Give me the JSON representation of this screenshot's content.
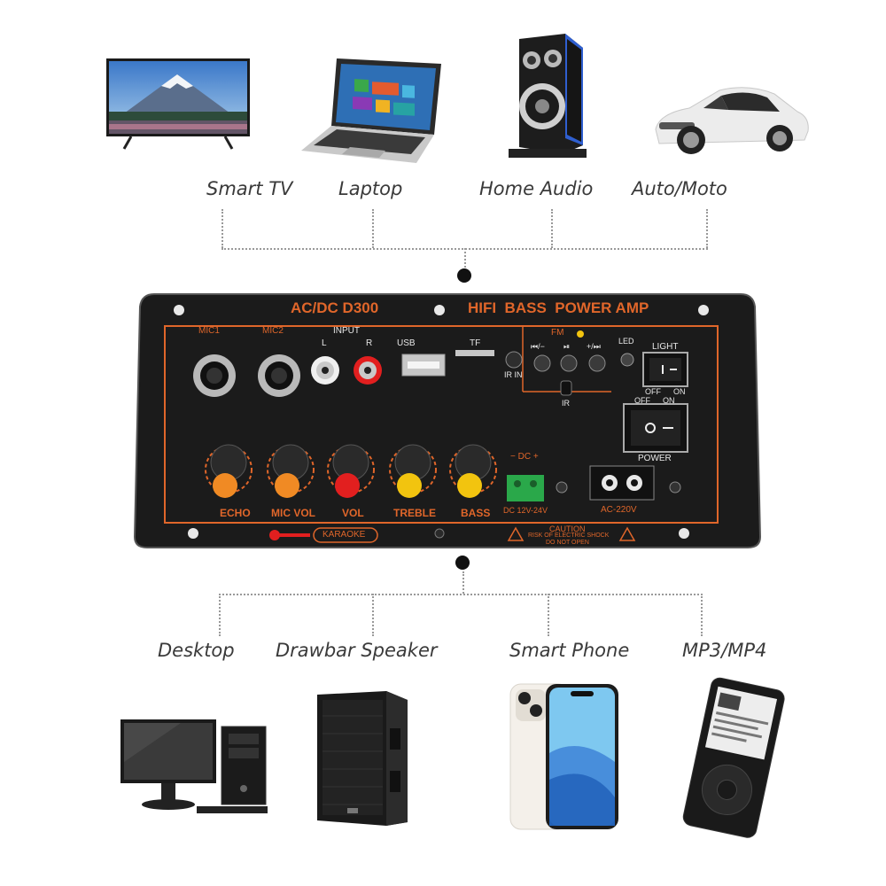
{
  "top_devices": [
    {
      "label": "Smart TV",
      "icon": "tv-icon"
    },
    {
      "label": "Laptop",
      "icon": "laptop-icon"
    },
    {
      "label": "Home Audio",
      "icon": "speaker-icon"
    },
    {
      "label": "Auto/Moto",
      "icon": "car-icon"
    }
  ],
  "bottom_devices": [
    {
      "label": "Desktop",
      "icon": "desktop-pc-icon"
    },
    {
      "label": "Drawbar Speaker",
      "icon": "drawbar-speaker-icon"
    },
    {
      "label": "Smart Phone",
      "icon": "smartphone-icon"
    },
    {
      "label": "MP3/MP4",
      "icon": "mp3-player-icon"
    }
  ],
  "panel": {
    "model": "AC/DC D300",
    "title": "HIFI  BASS  POWER AMP",
    "mic1": "MIC1",
    "mic2": "MIC2",
    "input": "INPUT",
    "input_l": "L",
    "input_r": "R",
    "usb": "USB",
    "tf": "TF",
    "ir_in": "IR IN",
    "fm": "FM",
    "led": "LED",
    "ir": "IR",
    "prev": "⏮/−",
    "play": "⏯",
    "next": "+/⏭",
    "light": "LIGHT",
    "off": "OFF",
    "on": "ON",
    "power": "POWER",
    "knobs": [
      "ECHO",
      "MIC VOL",
      "VOL",
      "TREBLE",
      "BASS"
    ],
    "dc": "− DC +",
    "dc_range": "DC 12V-24V",
    "ac": "AC-220V",
    "karaoke": "KARAOKE",
    "caution_title": "CAUTION",
    "caution_line1": "RISK OF ELECTRIC SHOCK",
    "caution_line2": "DO NOT OPEN",
    "colors": {
      "panel": "#1b1b1b",
      "accent": "#e0662a",
      "knob_orange": "#f08a24",
      "knob_red": "#e21f1f",
      "knob_yellow": "#f2c40f",
      "terminal_green": "#2aa84a"
    }
  }
}
